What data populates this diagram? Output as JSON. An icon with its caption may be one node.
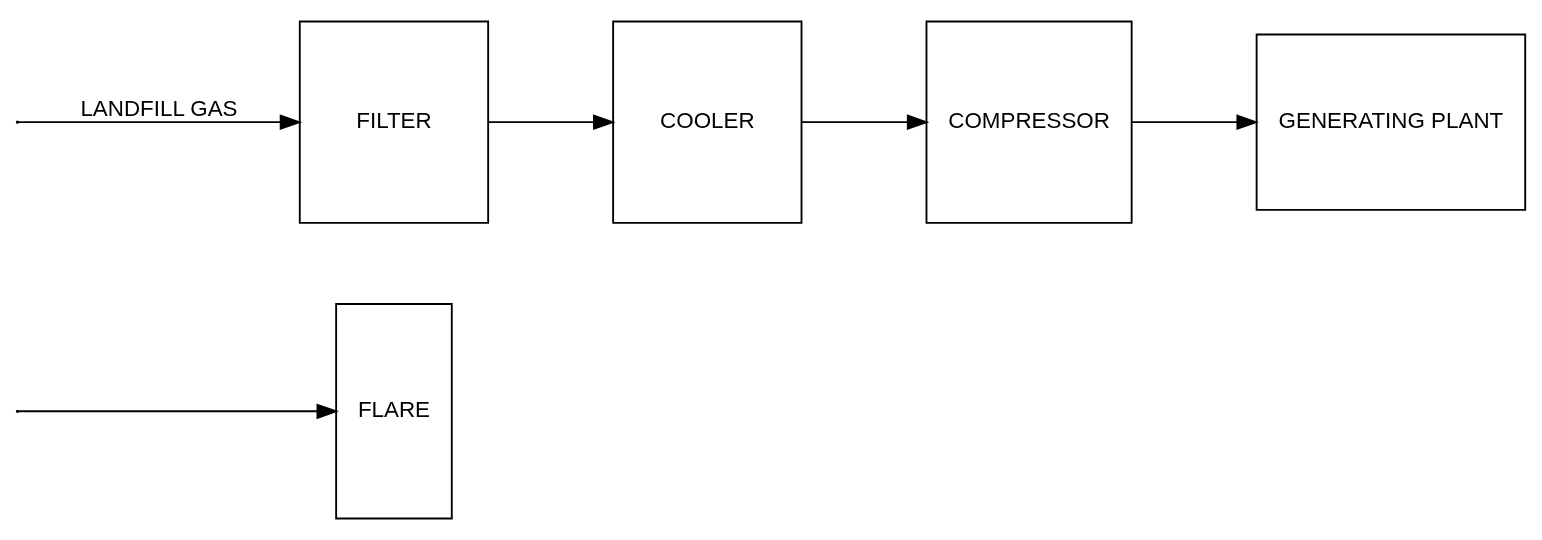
{
  "diagram": {
    "nodes": [
      {
        "text": [
          "FLARE"
        ]
      },
      {
        "text": [
          "FILTER"
        ]
      },
      {
        "text": [
          "COOLER"
        ]
      },
      {
        "text": [
          "COMPRESSOR"
        ]
      },
      {
        "text": [
          "GENERATING PLANT"
        ]
      }
    ],
    "edges": [
      {
        "from": null,
        "to": 0,
        "arrow": "to"
      },
      {
        "from": null,
        "to": 1,
        "arrow": "to",
        "label": "LANDFILL GAS"
      },
      {
        "from": 1,
        "to": 2,
        "arrow": "to"
      },
      {
        "from": 2,
        "to": 3,
        "arrow": "to"
      },
      {
        "from": 3,
        "to": 4,
        "arrow": "to"
      }
    ]
  }
}
